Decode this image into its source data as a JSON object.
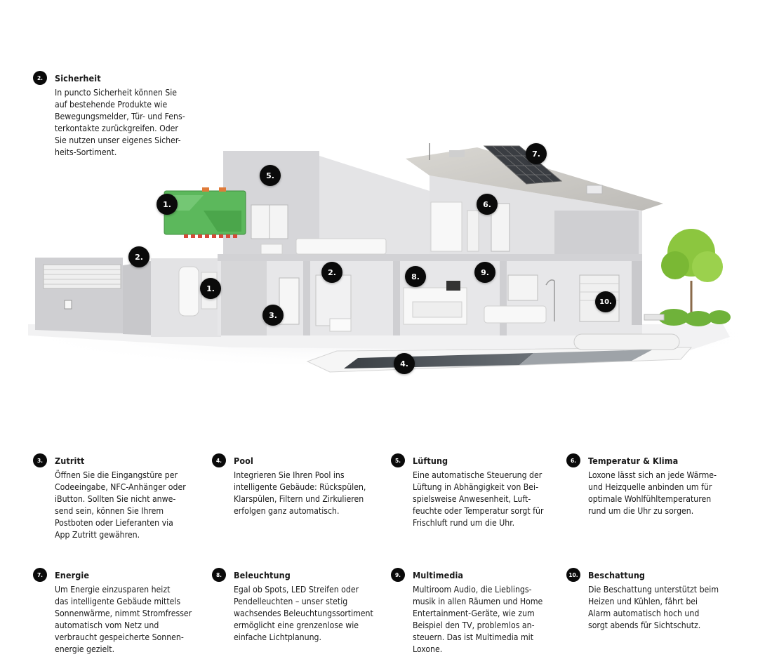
{
  "features": [
    {
      "num": "2.",
      "title": "Sicherheit",
      "text": "In puncto Sicherheit können Sie\nauf bestehende Produkte wie\nBewegungsmelder, Tür- und Fens-\nterkontakte zurückgreifen. Oder\nSie nutzen unser eigenes Sicher-\nheits-Sortiment."
    },
    {
      "num": "3.",
      "title": "Zutritt",
      "text": "Öffnen Sie die Eingangstüre per\nCodeeingabe, NFC-Anhänger oder\niButton. Sollten Sie nicht anwe-\nsend sein, können Sie Ihrem\nPostboten oder Lieferanten via\nApp Zutritt gewähren."
    },
    {
      "num": "4.",
      "title": "Pool",
      "text": "Integrieren Sie Ihren Pool ins\nintelligente Gebäude: Rückspülen,\nKlarspülen, Filtern und Zirkulieren\nerfolgen ganz automatisch."
    },
    {
      "num": "5.",
      "title": "Lüftung",
      "text": "Eine automatische Steuerung der\nLüftung in Abhängigkeit von Bei-\nspielsweise Anwesenheit, Luft-\nfeuchte oder Temperatur sorgt für\nFrischluft rund um die Uhr."
    },
    {
      "num": "6.",
      "title": "Temperatur & Klima",
      "text": "Loxone lässt sich an jede Wärme-\nund Heizquelle anbinden um für\noptimale Wohlfühltemperaturen\nrund um die Uhr zu sorgen."
    },
    {
      "num": "7.",
      "title": "Energie",
      "text": "Um Energie einzusparen heizt\ndas intelligente Gebäude mittels\nSonnenwärme, nimmt Stromfresser\nautomatisch vom Netz und\nverbraucht gespeicherte Sonnen-\nenergie gezielt."
    },
    {
      "num": "8.",
      "title": "Beleuchtung",
      "text": "Egal ob Spots, LED Streifen oder\nPendelleuchten – unser stetig\nwachsendes Beleuchtungssortiment\nermöglicht eine grenzenlose wie\neinfache Lichtplanung."
    },
    {
      "num": "9.",
      "title": "Multimedia",
      "text": "Multiroom Audio, die Lieblings-\nmusik in allen Räumen und Home\nEntertainment-Geräte, wie zum\nBeispiel den TV, problemlos an-\nsteuern. Das ist Multimedia mit\nLoxone."
    },
    {
      "num": "10.",
      "title": "Beschattung",
      "text": "Die Beschattung unterstützt beim\nHeizen und Kühlen, fährt bei\nAlarm automatisch hoch und\nsorgt abends für Sichtschutz."
    }
  ],
  "markers": [
    "1.",
    "1.",
    "2.",
    "2.",
    "3.",
    "4.",
    "5.",
    "6.",
    "7.",
    "8.",
    "9.",
    "10."
  ],
  "colors": {
    "badge": "#0a0a0a",
    "wall": "#d3d3d6",
    "wall_light": "#e9e9eb",
    "miniserver_green": "#5cb85c",
    "tree": "#8cc63f"
  }
}
